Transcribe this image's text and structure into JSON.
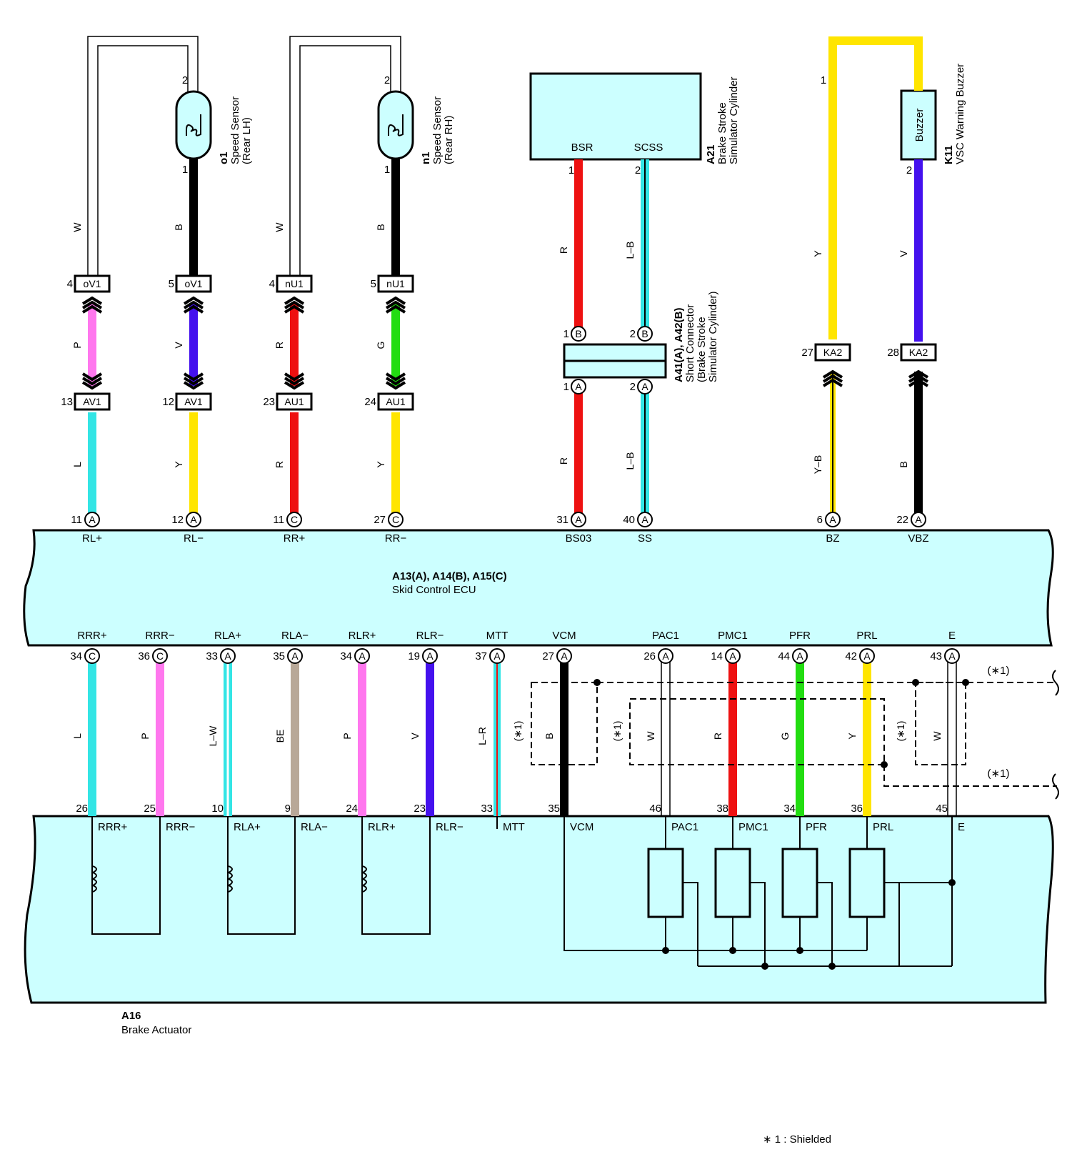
{
  "components": {
    "o1": {
      "id": "o1",
      "name": "Speed Sensor",
      "sub": "(Rear LH)"
    },
    "n1": {
      "id": "n1",
      "name": "Speed Sensor",
      "sub": "(Rear RH)"
    },
    "a21": {
      "id": "A21",
      "name": "Brake Stroke",
      "name2": "Simulator Cylinder",
      "pin1": "BSR",
      "pin2": "SCSS"
    },
    "a41": {
      "id": "A41(A), A42(B)",
      "name": "Short Connector",
      "name2": "(Brake Stroke",
      "name3": "Simulator Cylinder)"
    },
    "k11": {
      "id": "K11",
      "name": "VSC Warning Buzzer",
      "inner": "Buzzer"
    },
    "ecu": {
      "id": "A13(A), A14(B), A15(C)",
      "name": "Skid Control ECU"
    },
    "a16": {
      "id": "A16",
      "name": "Brake Actuator"
    }
  },
  "top_circuits": [
    {
      "ecu_pin": "11",
      "ecu_conn": "A",
      "signal": "RL+",
      "lower_wire": "L",
      "lower_color": "#33e5e5",
      "junction": "AV1",
      "junction_pin": "13",
      "mid_wire": "P",
      "mid_color": "#ff77ee",
      "upper_conn": "oV1",
      "upper_pin": "4",
      "upper_wire": "W",
      "upper_color": "#ffffff",
      "sensor_pin": "2"
    },
    {
      "ecu_pin": "12",
      "ecu_conn": "A",
      "signal": "RL−",
      "lower_wire": "Y",
      "lower_color": "#ffe500",
      "junction": "AV1",
      "junction_pin": "12",
      "mid_wire": "V",
      "mid_color": "#4411ee",
      "upper_conn": "oV1",
      "upper_pin": "5",
      "upper_wire": "B",
      "upper_color": "#000000",
      "sensor_pin": "1"
    },
    {
      "ecu_pin": "11",
      "ecu_conn": "C",
      "signal": "RR+",
      "lower_wire": "R",
      "lower_color": "#ee1111",
      "junction": "AU1",
      "junction_pin": "23",
      "mid_wire": "R",
      "mid_color": "#ee1111",
      "upper_conn": "nU1",
      "upper_pin": "4",
      "upper_wire": "W",
      "upper_color": "#ffffff",
      "sensor_pin": "2"
    },
    {
      "ecu_pin": "27",
      "ecu_conn": "C",
      "signal": "RR−",
      "lower_wire": "Y",
      "lower_color": "#ffe500",
      "junction": "AU1",
      "junction_pin": "24",
      "mid_wire": "G",
      "mid_color": "#22dd11",
      "upper_conn": "nU1",
      "upper_pin": "5",
      "upper_wire": "B",
      "upper_color": "#000000",
      "sensor_pin": "1"
    }
  ],
  "stroke_circuits": [
    {
      "ecu_pin": "31",
      "ecu_conn": "A",
      "signal": "BS03",
      "wire": "R",
      "color": "#ee1111",
      "a41_pin": "1",
      "a41_conn": "A",
      "a42_pin": "1",
      "a42_conn": "B",
      "a21_pin": "1"
    },
    {
      "ecu_pin": "40",
      "ecu_conn": "A",
      "signal": "SS",
      "wire": "L–B",
      "color": "#33e5e5",
      "a41_pin": "2",
      "a41_conn": "A",
      "a42_pin": "2",
      "a42_conn": "B",
      "a21_pin": "2"
    }
  ],
  "buzzer_circuits": [
    {
      "ecu_pin": "6",
      "ecu_conn": "A",
      "signal": "BZ",
      "lower_wire": "Y–B",
      "junction": "KA2",
      "junction_pin": "27",
      "upper_wire": "Y",
      "upper_color": "#ffe500",
      "buzzer_pin": "1"
    },
    {
      "ecu_pin": "22",
      "ecu_conn": "A",
      "signal": "VBZ",
      "lower_wire": "B",
      "lower_color": "#000000",
      "junction": "KA2",
      "junction_pin": "28",
      "upper_wire": "V",
      "upper_color": "#4411ee",
      "buzzer_pin": "2"
    }
  ],
  "bottom_circuits": [
    {
      "signal": "RRR+",
      "ecu_pin": "34",
      "ecu_conn": "C",
      "wire": "L",
      "color": "#33e5e5",
      "act_pin": "26"
    },
    {
      "signal": "RRR−",
      "ecu_pin": "36",
      "ecu_conn": "C",
      "wire": "P",
      "color": "#ff77ee",
      "act_pin": "25"
    },
    {
      "signal": "RLA+",
      "ecu_pin": "33",
      "ecu_conn": "A",
      "wire": "L–W",
      "color": "#33e5e5",
      "act_pin": "10"
    },
    {
      "signal": "RLA−",
      "ecu_pin": "35",
      "ecu_conn": "A",
      "wire": "BE",
      "color": "#b8a898",
      "act_pin": "9"
    },
    {
      "signal": "RLR+",
      "ecu_pin": "34",
      "ecu_conn": "A",
      "wire": "P",
      "color": "#ff77ee",
      "act_pin": "24"
    },
    {
      "signal": "RLR−",
      "ecu_pin": "19",
      "ecu_conn": "A",
      "wire": "V",
      "color": "#4411ee",
      "act_pin": "23"
    },
    {
      "signal": "MTT",
      "ecu_pin": "37",
      "ecu_conn": "A",
      "wire": "L–R",
      "color": "#33e5e5",
      "act_pin": "33"
    },
    {
      "signal": "VCM",
      "ecu_pin": "27",
      "ecu_conn": "A",
      "wire": "B",
      "color": "#000000",
      "act_pin": "35"
    },
    {
      "signal": "PAC1",
      "ecu_pin": "26",
      "ecu_conn": "A",
      "wire": "W",
      "color": "#ffffff",
      "act_pin": "46"
    },
    {
      "signal": "PMC1",
      "ecu_pin": "14",
      "ecu_conn": "A",
      "wire": "R",
      "color": "#ee1111",
      "act_pin": "38"
    },
    {
      "signal": "PFR",
      "ecu_pin": "44",
      "ecu_conn": "A",
      "wire": "G",
      "color": "#22dd11",
      "act_pin": "34"
    },
    {
      "signal": "PRL",
      "ecu_pin": "42",
      "ecu_conn": "A",
      "wire": "Y",
      "color": "#ffe500",
      "act_pin": "36"
    },
    {
      "signal": "E",
      "ecu_pin": "43",
      "ecu_conn": "A",
      "wire": "W",
      "color": "#ffffff",
      "act_pin": "45"
    }
  ],
  "shield_label": "(∗1)",
  "footnote": "∗ 1 : Shielded"
}
